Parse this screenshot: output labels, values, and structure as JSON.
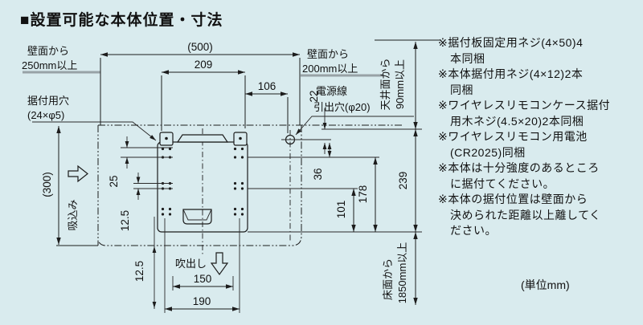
{
  "title": "■設置可能な本体位置・寸法",
  "unit_note": "(単位mm)",
  "colors": {
    "background": "#d9ebee",
    "line": "#1c1c1c",
    "wall_gray": "#98a2a6"
  },
  "labels": {
    "wall_left_l1": "壁面から",
    "wall_left_l2": "250mm以上",
    "wall_right_l1": "壁面から",
    "wall_right_l2": "200mm以上",
    "ceiling_l1": "天井面から",
    "ceiling_l2": "90mm以上",
    "floor_l1": "床面から",
    "floor_l2": "1850mm以上",
    "mount_hole_l1": "据付用穴",
    "mount_hole_l2": "(24×φ5)",
    "power_l1": "電源線",
    "power_l2": "引出穴(φ20)",
    "suction": "吸込み",
    "outlet": "吹出し"
  },
  "dims": {
    "d500": "(500)",
    "d209": "209",
    "d106": "106",
    "d22": "22",
    "d300": "(300)",
    "d25": "25",
    "d125a": "12.5",
    "d125b": "12.5",
    "d36": "36",
    "d101": "101",
    "d178": "178",
    "d239": "239",
    "d150": "150",
    "d190": "190"
  },
  "notes": [
    "※据付板固定用ネジ(4×50)4",
    "本同梱",
    "※本体据付用ネジ(4×12)2本",
    "同梱",
    "※ワイヤレスリモコンケース据付",
    "用木ネジ(4.5×20)2本同梱",
    "※ワイヤレスリモコン用電池",
    "(CR2025)同梱",
    "※本体は十分強度のあるところ",
    "に据付てください。",
    "※本体の据付位置は壁面から",
    "決められた距離以上離してく",
    "ださい。"
  ]
}
